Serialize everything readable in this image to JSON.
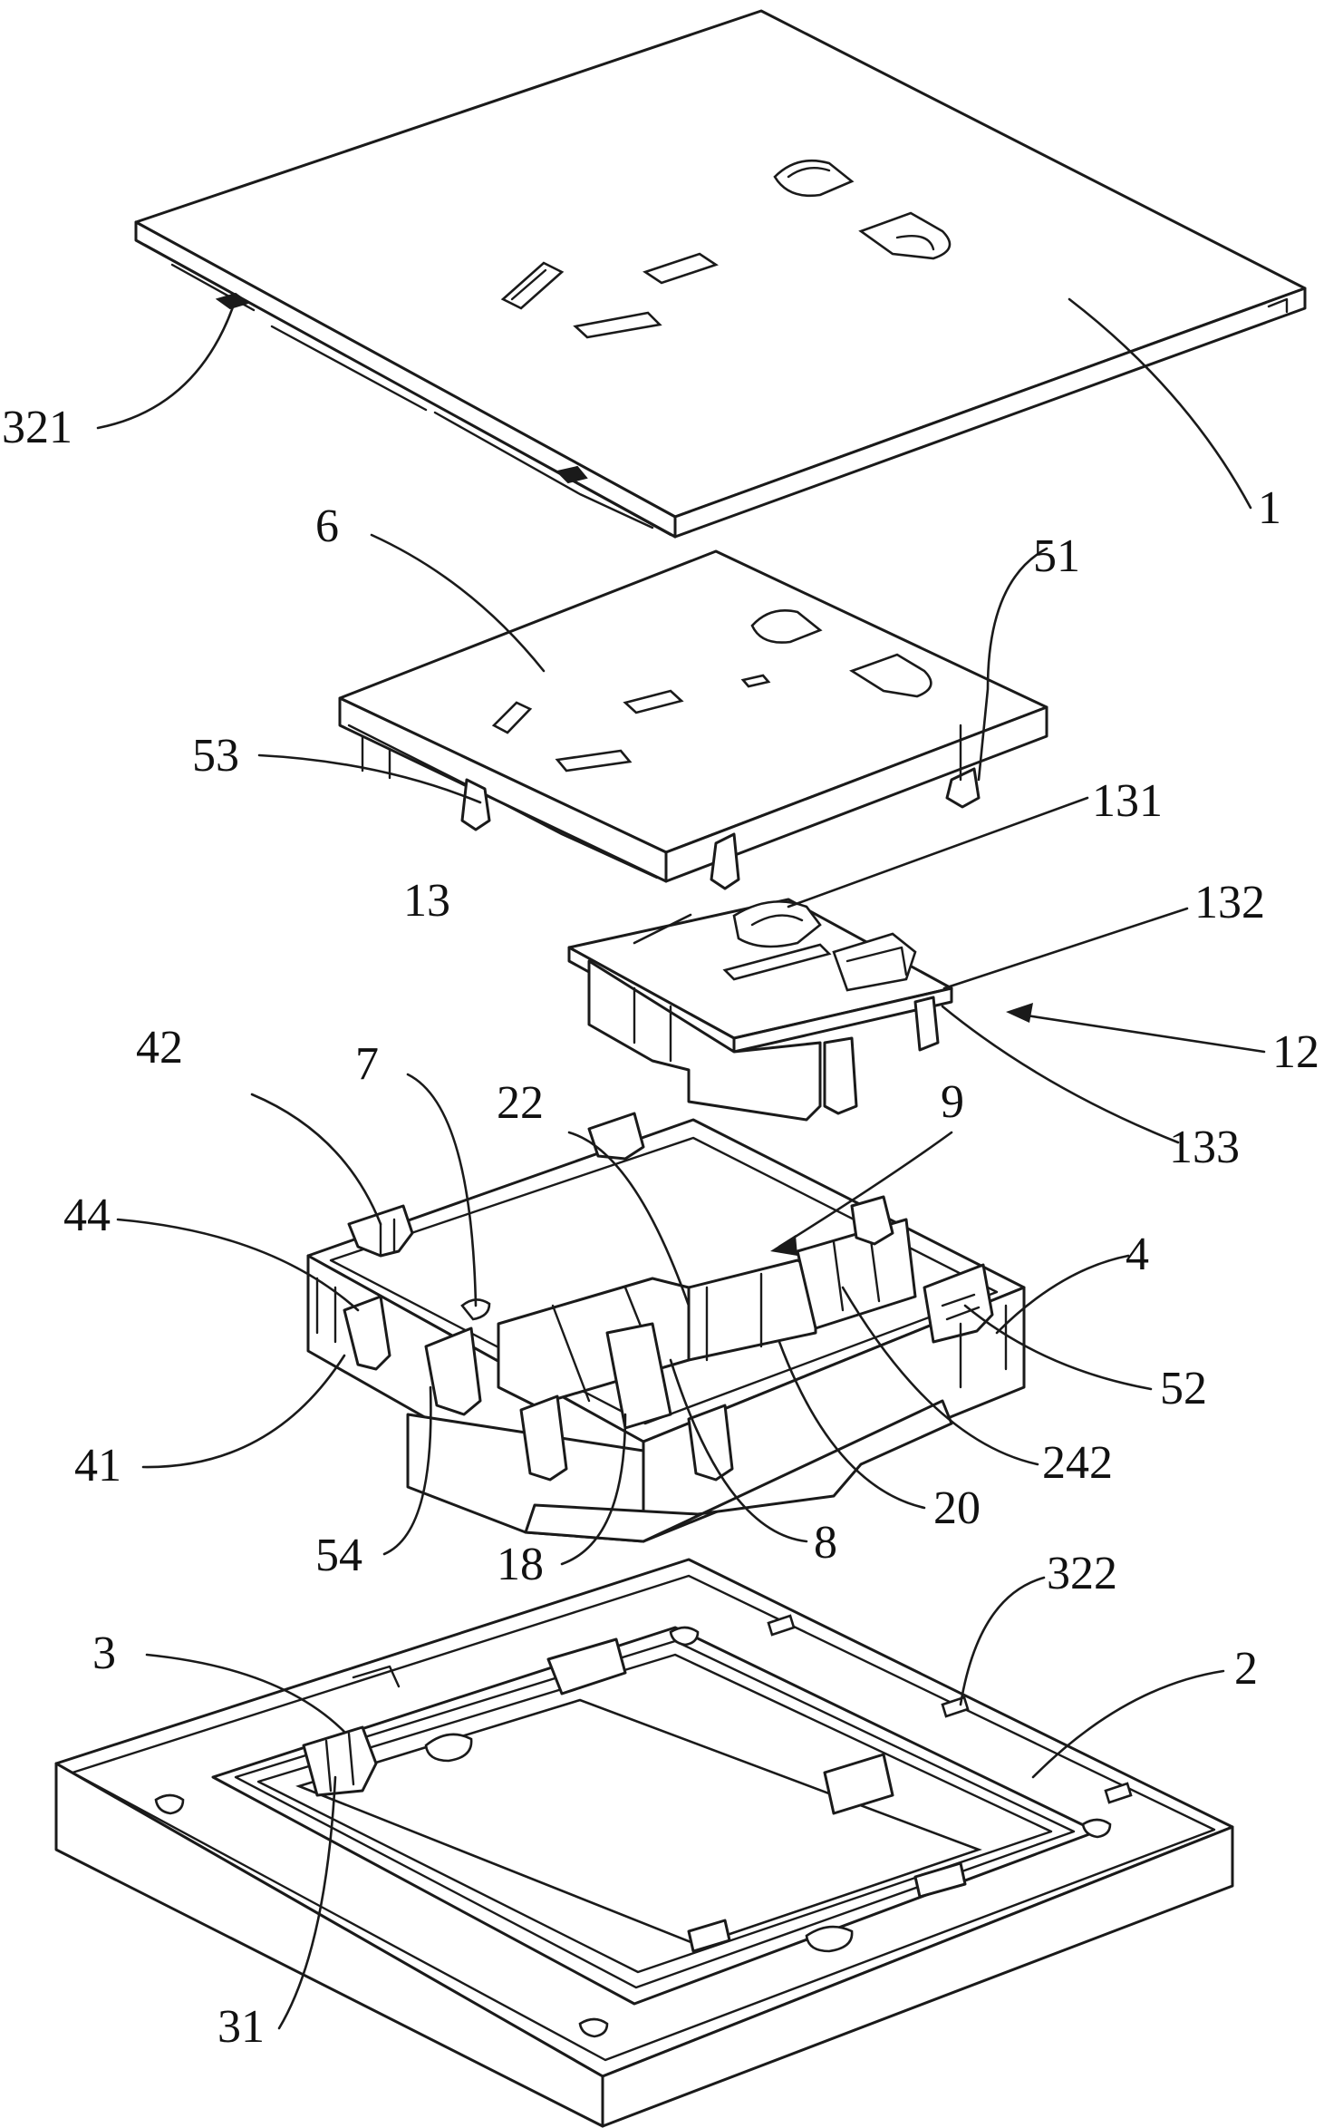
{
  "labels": {
    "l1": "1",
    "l2": "2",
    "l3": "3",
    "l4": "4",
    "l6": "6",
    "l7": "7",
    "l8": "8",
    "l9": "9",
    "l12": "12",
    "l13": "13",
    "l18": "18",
    "l20": "20",
    "l22": "22",
    "l31": "31",
    "l41": "41",
    "l42": "42",
    "l44": "44",
    "l51": "51",
    "l52": "52",
    "l53": "53",
    "l54": "54",
    "l131": "131",
    "l132": "132",
    "l133": "133",
    "l242": "242",
    "l321": "321",
    "l322": "322"
  },
  "colors": {
    "line": "#1a1a1a",
    "background": "#ffffff"
  }
}
